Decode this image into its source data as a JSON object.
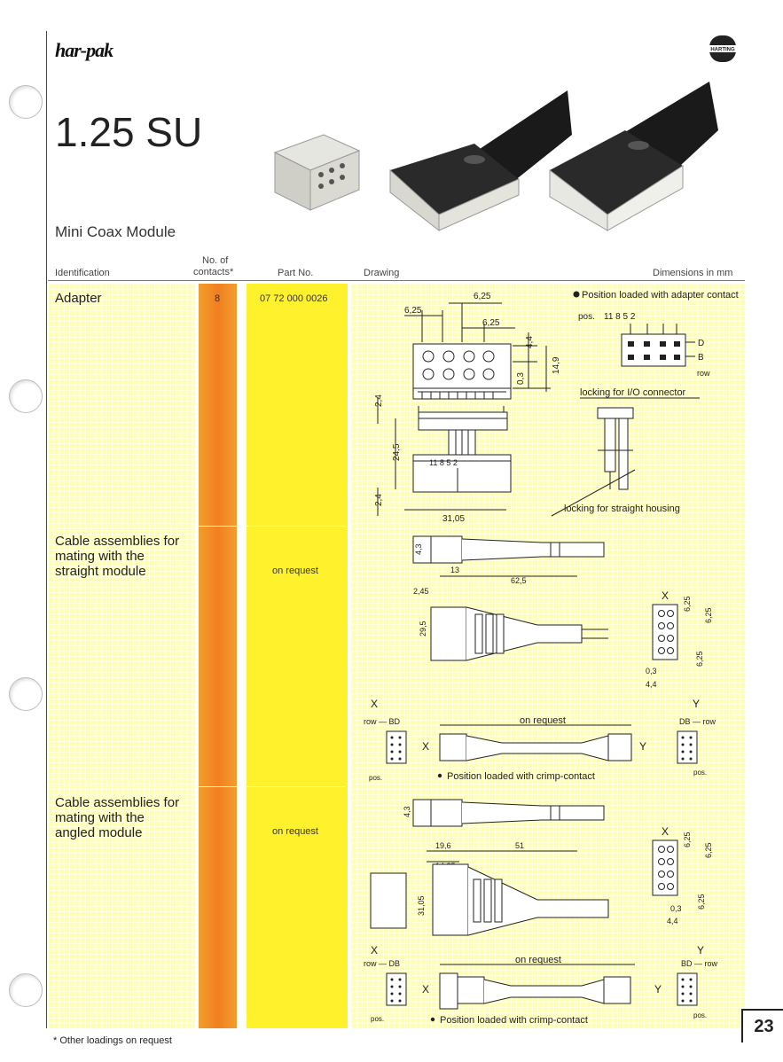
{
  "brand": "har-pak",
  "title": "1.25 SU",
  "subtitle": "Mini Coax Module",
  "headers": {
    "identification": "Identification",
    "contacts_line1": "No. of",
    "contacts_line2": "contacts*",
    "part_no": "Part No.",
    "drawing": "Drawing",
    "dimensions": "Dimensions in mm"
  },
  "rows": [
    {
      "label": "Adapter",
      "contacts": "8",
      "part_no": "07 72 000 0026"
    },
    {
      "label": "Cable assemblies for mating with the straight module",
      "contacts": "",
      "part_no": "on request"
    },
    {
      "label": "Cable assemblies for mating with the angled module",
      "contacts": "",
      "part_no": "on request"
    }
  ],
  "drawings": {
    "adapter_note": "Position loaded with adapter contact",
    "pos_label": "pos.",
    "pos_values": "11  8  5  2",
    "row_d": "D",
    "row_b": "B",
    "row_label": "row",
    "locking_io": "locking for I/O connector",
    "locking_straight": "locking for straight housing",
    "dim_625": "6,25",
    "dim_44": "4,4",
    "dim_149": "14,9",
    "dim_03": "0,3",
    "dim_245": "24,5",
    "dim_24": "2,4",
    "dim_3105": "31,05",
    "pos_adapter": "11  8  5  2",
    "dim_13": "13",
    "dim_625b": "62,5",
    "dim_2295": "29,5",
    "dim_245b": "2,45",
    "x_label": "X",
    "y_label": "Y",
    "row_bd": "row — BD",
    "db_row": "DB — row",
    "row_db": "row — DB",
    "bd_row": "BD — row",
    "on_request": "on request",
    "crimp_note": "Position loaded with crimp-contact",
    "dim_196": "19,6",
    "dim_1485": "14,85",
    "dim_51": "51",
    "dim_43": "4,3",
    "dim_3105b": "31,05"
  },
  "footnote": "* Other loadings on request",
  "page_number": "23",
  "logo_text": "HARTING"
}
